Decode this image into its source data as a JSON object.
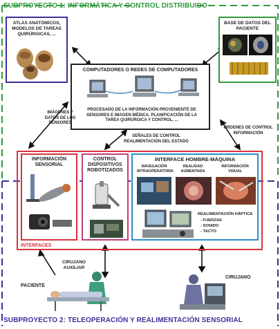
{
  "subproject1": {
    "title": "SUBPROYECTO 1: INFORMÁTICA Y CONTROL DISTRIBUIDO",
    "color": "#2f9a3e"
  },
  "subproject2": {
    "title": "SUBPROYECTO 2: TELEOPERACIÓN Y REALIMENTACIÓN SENSORIAL",
    "color": "#3e2f98"
  },
  "atlas": {
    "text": "ATLAS ANATÓMICOS, MODELOS DE TAREAS QUIRÚRGICAS, ..."
  },
  "database": {
    "text": "BASE DE DATOS DEL PACIENTE"
  },
  "computers": {
    "title": "COMPUTADORES O REDES DE COMPUTADORES",
    "description": "PROCESADO DE LA INFORMACIÓN PROVENIENTE DE SENSORES E IMAGEN MÉDICA. PLANIFICACIÓN DE LA TAREA QUIRÚRGICA Y CONTROL, ..."
  },
  "arrows": {
    "sensor_images": "IMÁGENES Y DATOS DE LOS SENSORES",
    "control_signals": "SEÑALES DE CONTROL REALIMENTACIÓN DEL ESTADO",
    "control_orders": "ÓRDENES DE CONTROL INFORMACIÓN"
  },
  "interfaces": {
    "label": "INTERFACES",
    "sensory": "INFORMACIÓN SENSORIAL",
    "robotic": "CONTROL DISPOSITIVOS ROBOTIZADOS",
    "hmi": {
      "title": "INTERFACE HOMBRE-MÁQUINA",
      "navigation": "NAVEGACIÓN INTRAOPERATORIA",
      "augmented": "REALIDAD AUMENTADA",
      "visual": "INFORMACIÓN VISUAL",
      "haptic_title": "REALIMENTACIÓN HÁPTICA",
      "haptic_items": [
        "- FUERZAS",
        "- SONIDO",
        "- TACTO"
      ]
    }
  },
  "people": {
    "assistant": "CIRUJANO AUXILIAR",
    "patient": "PACIENTE",
    "surgeon": "CIRUJANO"
  },
  "colors": {
    "green": "#2f9a3e",
    "purple": "#3e2f98",
    "red": "#d8343f",
    "pink": "#c0407a",
    "blue": "#2a8fc8",
    "dark": "#222222"
  }
}
